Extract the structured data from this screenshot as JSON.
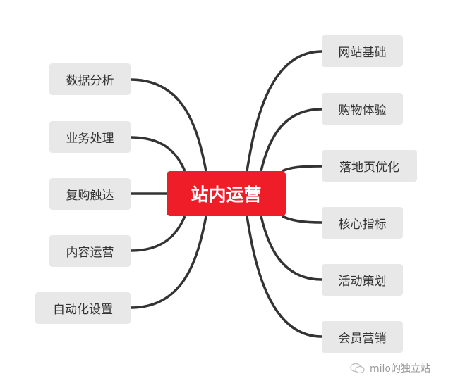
{
  "center": {
    "label": "站内运营",
    "color": "#ee1d27"
  },
  "left_nodes": [
    {
      "label": "数据分析"
    },
    {
      "label": "业务处理"
    },
    {
      "label": "复购触达"
    },
    {
      "label": "内容运营"
    },
    {
      "label": "自动化设置"
    }
  ],
  "right_nodes": [
    {
      "label": "网站基础"
    },
    {
      "label": "购物体验"
    },
    {
      "label": "落地页优化"
    },
    {
      "label": "核心指标"
    },
    {
      "label": "活动策划"
    },
    {
      "label": "会员营销"
    }
  ],
  "watermark": {
    "label": "milo的独立站",
    "icon": "wechat-icon"
  }
}
